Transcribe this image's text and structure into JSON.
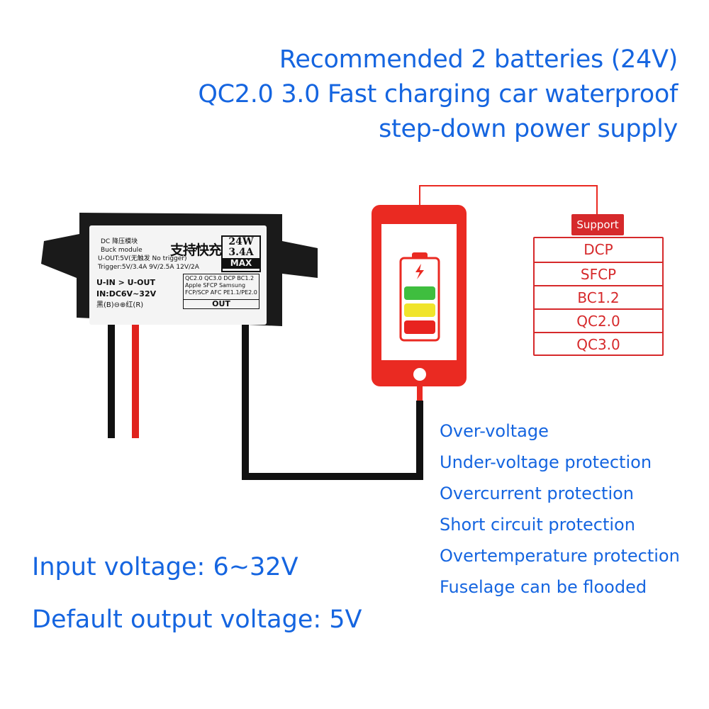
{
  "headline": {
    "line1": "Recommended 2 batteries (24V)",
    "line2": "QC2.0 3.0 Fast charging car waterproof",
    "line3": "step-down power supply"
  },
  "module_label": {
    "line1": "DC 降压模块",
    "line2": "Buck module",
    "line3": "U-OUT:5V(无触发 No trigger)",
    "line4": "Trigger:5V/3.4A  9V/2.5A 12V/2A",
    "big": "支持快充",
    "badge_power": "24W",
    "badge_current": "3.4A",
    "badge_max": "MAX",
    "uin_uout": "U-IN > U-OUT",
    "input": "IN:DC6V~32V",
    "polarity": "黑(B)⊖⊕红(R)",
    "out_line1": "QC2.0 QC3.0 DCP BC1.2",
    "out_line2": "Apple  SFCP  Samsung",
    "out_line3": "FCP/SCP AFC  PE1.1/PE2.0",
    "out_title": "OUT"
  },
  "support": {
    "tab": "Support",
    "items": [
      "DCP",
      "SFCP",
      "BC1.2",
      "QC2.0",
      "QC3.0"
    ]
  },
  "features": [
    "Over-voltage",
    "Under-voltage protection",
    "Overcurrent protection",
    "Short circuit protection",
    "Overtemperature protection",
    "Fuselage can be flooded"
  ],
  "specs": {
    "input": "Input voltage: 6~32V",
    "output": "Default output voltage: 5V"
  },
  "colors": {
    "blue": "#1565e0",
    "red": "#d6292b",
    "phone_red": "#ea2a22",
    "battery_green": "#3fbe3f",
    "battery_yellow": "#f0e42c",
    "battery_red": "#e8231f"
  }
}
